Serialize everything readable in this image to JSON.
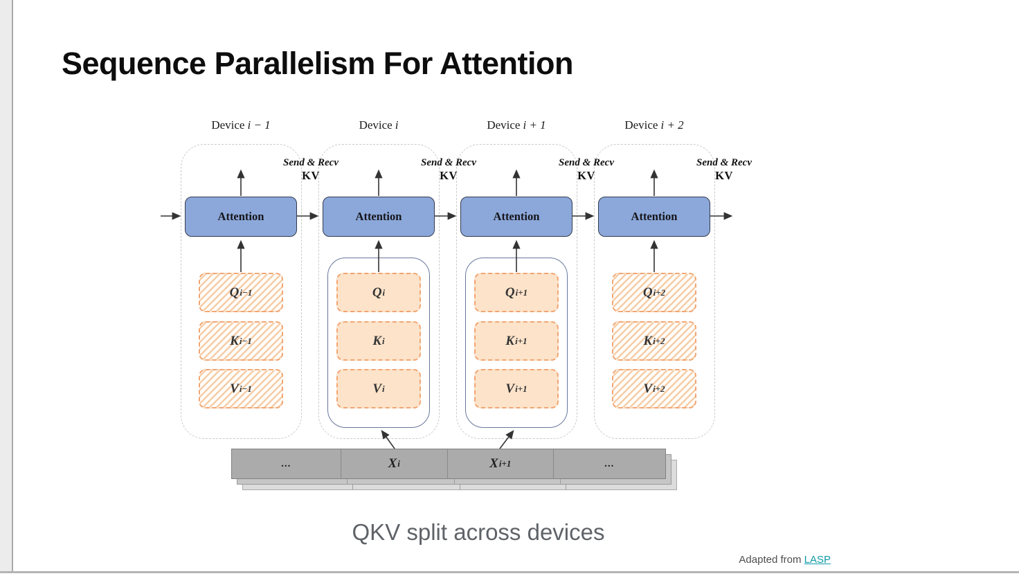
{
  "slide": {
    "title": "Sequence Parallelism For Attention",
    "caption": "QKV split across devices",
    "attribution": {
      "prefix": "Adapted from",
      "link_text": "LASP"
    }
  },
  "diagram": {
    "attention_label": "Attention",
    "send_recv": {
      "line1": "Send & Recv",
      "line2": "KV"
    },
    "devices": [
      {
        "label_word": "Device",
        "label_index": "i − 1",
        "q": "Q",
        "q_sub": "i−1",
        "k": "K",
        "k_sub": "i−1",
        "v": "V",
        "v_sub": "i−1",
        "fill": "hatched",
        "grouped": false
      },
      {
        "label_word": "Device",
        "label_index": "i",
        "q": "Q",
        "q_sub": "i",
        "k": "K",
        "k_sub": "i",
        "v": "V",
        "v_sub": "i",
        "fill": "solid",
        "grouped": true
      },
      {
        "label_word": "Device",
        "label_index": "i + 1",
        "q": "Q",
        "q_sub": "i+1",
        "k": "K",
        "k_sub": "i+1",
        "v": "V",
        "v_sub": "i+1",
        "fill": "solid",
        "grouped": true
      },
      {
        "label_word": "Device",
        "label_index": "i + 2",
        "q": "Q",
        "q_sub": "i+2",
        "k": "K",
        "k_sub": "i+2",
        "v": "V",
        "v_sub": "i+2",
        "fill": "hatched",
        "grouped": false
      }
    ],
    "sequence_bar": {
      "segments": [
        {
          "text": "..."
        },
        {
          "base": "X",
          "sub": "i"
        },
        {
          "base": "X",
          "sub": "i+1"
        },
        {
          "text": "..."
        }
      ]
    }
  },
  "colors": {
    "attention_fill": "#8ca8da",
    "attention_border": "#333a4e",
    "qkv_fill": "#fce3ca",
    "qkv_border": "#f1a572",
    "group_border": "#66769b",
    "device_outline": "#c9c9c9",
    "bar_fill": "#ababab",
    "caption_text": "#5f6368",
    "link": "#0f9aa8"
  }
}
